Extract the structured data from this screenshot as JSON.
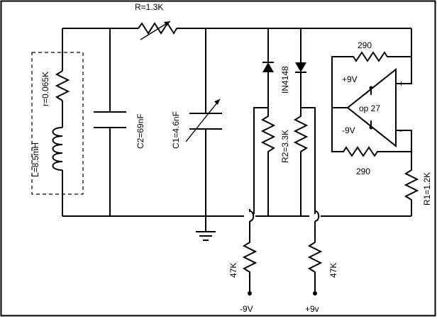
{
  "labels": {
    "r_top": "R=1.3K",
    "l_r": "r=0.065K",
    "l_l": "L=8.5mH",
    "c2": "C2=69nF",
    "c1": "C1=4.6nF",
    "diode": "IN4148",
    "r2": "R2=3.3K",
    "fb_top": "290",
    "fb_bottom": "290",
    "vplus": "+9V",
    "vminus": "-9V",
    "opamp": "op 27",
    "in_plus": "+",
    "in_minus": "-",
    "r1": "R1=1.2K",
    "r47_left": "47K",
    "r47_right": "47K",
    "supply_left": "-9V",
    "supply_right": "+9v"
  }
}
